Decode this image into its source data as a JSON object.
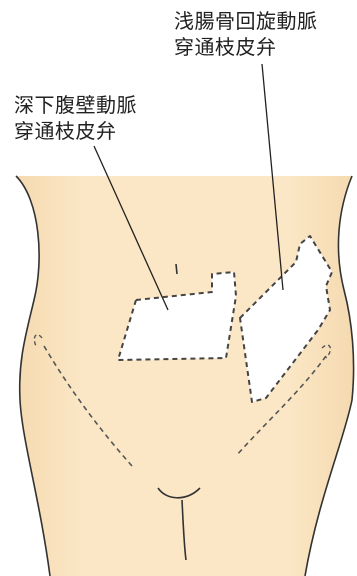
{
  "labels": {
    "siea": {
      "line1": "浅腸骨回旋動脈",
      "line2": "穿通枝皮弁"
    },
    "diep": {
      "line1": "深下腹壁動脈",
      "line2": "穿通枝皮弁"
    }
  },
  "colors": {
    "skin": "#fbe7c6",
    "skin_shade": "#f3d3a3",
    "outline": "#333333",
    "flap_fill": "#ffffff",
    "dash": "#444444"
  }
}
